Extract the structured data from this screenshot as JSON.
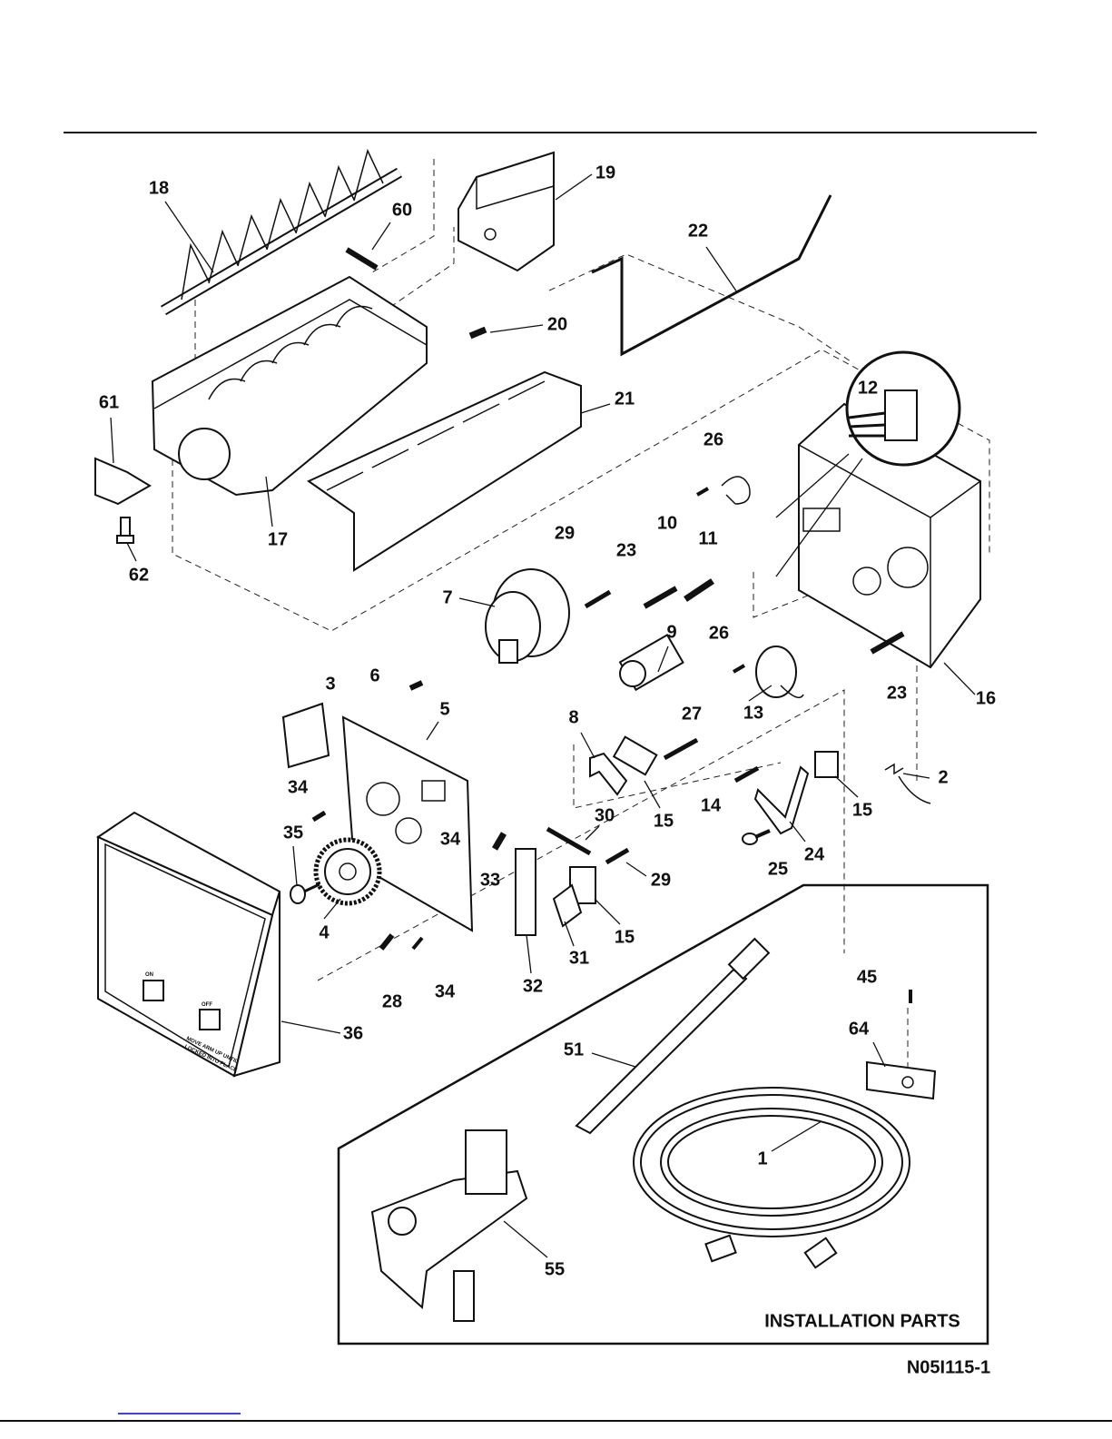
{
  "diagram_title": "",
  "callouts": [
    "18",
    "60",
    "19",
    "22",
    "20",
    "61",
    "21",
    "12",
    "26",
    "17",
    "62",
    "29",
    "23",
    "10",
    "11",
    "7",
    "9",
    "26",
    "3",
    "6",
    "5",
    "8",
    "27",
    "13",
    "23",
    "16",
    "2",
    "34",
    "14",
    "15",
    "15",
    "30",
    "35",
    "34",
    "33",
    "29",
    "25",
    "24",
    "4",
    "15",
    "31",
    "32",
    "28",
    "34",
    "36",
    "45",
    "64",
    "51",
    "1",
    "55"
  ],
  "installation_box_label": "INSTALLATION PARTS",
  "drawing_number": "N05I115-1",
  "cover_text": {
    "on": "ON",
    "off": "OFF",
    "instruction_1": "MOVE ARM UP UNTIL",
    "instruction_2": "LOCKED INTO PLACE"
  },
  "colors": {
    "line": "#111111",
    "link_underline": "#0000ee"
  }
}
